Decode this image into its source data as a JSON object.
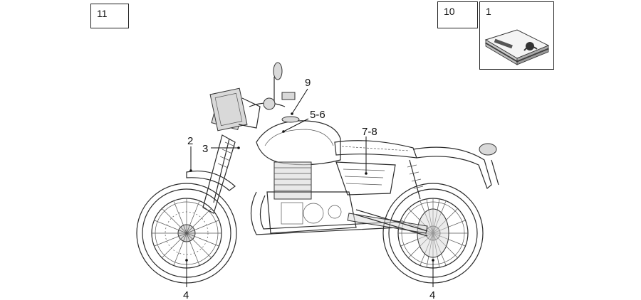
{
  "boxes": {
    "box_11": "11",
    "box_10": "10",
    "box_1": "1"
  },
  "callouts": {
    "c9": "9",
    "c56": "5-6",
    "c78": "7-8",
    "c2": "2",
    "c3": "3",
    "c4_front": "4",
    "c4_rear": "4"
  },
  "colors": {
    "line": "#111111",
    "background": "#ffffff"
  }
}
